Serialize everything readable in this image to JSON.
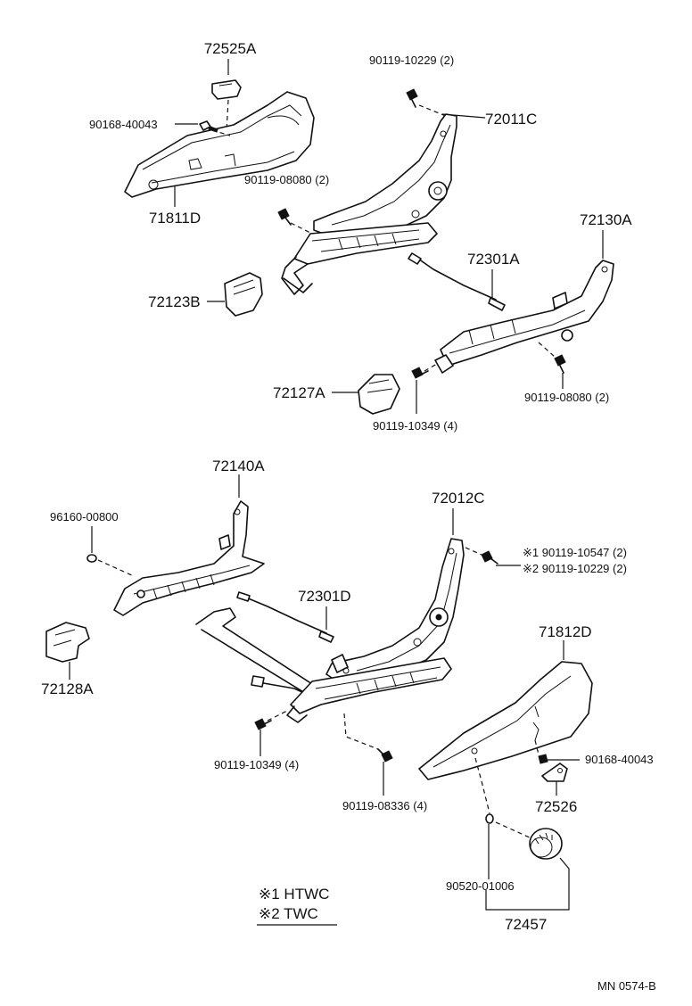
{
  "parts": {
    "p72525A": "72525A",
    "p90168_40043_top": "90168-40043",
    "p71811D": "71811D",
    "p90119_10229_top": "90119-10229 (2)",
    "p72011C": "72011C",
    "p90119_08080_top": "90119-08080 (2)",
    "p72123B": "72123B",
    "p72130A": "72130A",
    "p72301A": "72301A",
    "p72127A": "72127A",
    "p90119_10349_top": "90119-10349 (4)",
    "p90119_08080_right": "90119-08080 (2)",
    "p72140A": "72140A",
    "p96160_00800": "96160-00800",
    "p72012C": "72012C",
    "p90119_10547": "※1 90119-10547 (2)",
    "p90119_10229_mid": "※2 90119-10229 (2)",
    "p72301D": "72301D",
    "p72128A": "72128A",
    "p71812D": "71812D",
    "p90168_40043_bot": "90168-40043",
    "p72526": "72526",
    "p90119_10349_bot": "90119-10349 (4)",
    "p90119_08336": "90119-08336 (4)",
    "p90520_01006": "90520-01006",
    "p72457": "72457"
  },
  "legend": {
    "note1": "※1 HTWC",
    "note2": "※2 TWC"
  },
  "footer": {
    "code": "MN  0574-B"
  }
}
